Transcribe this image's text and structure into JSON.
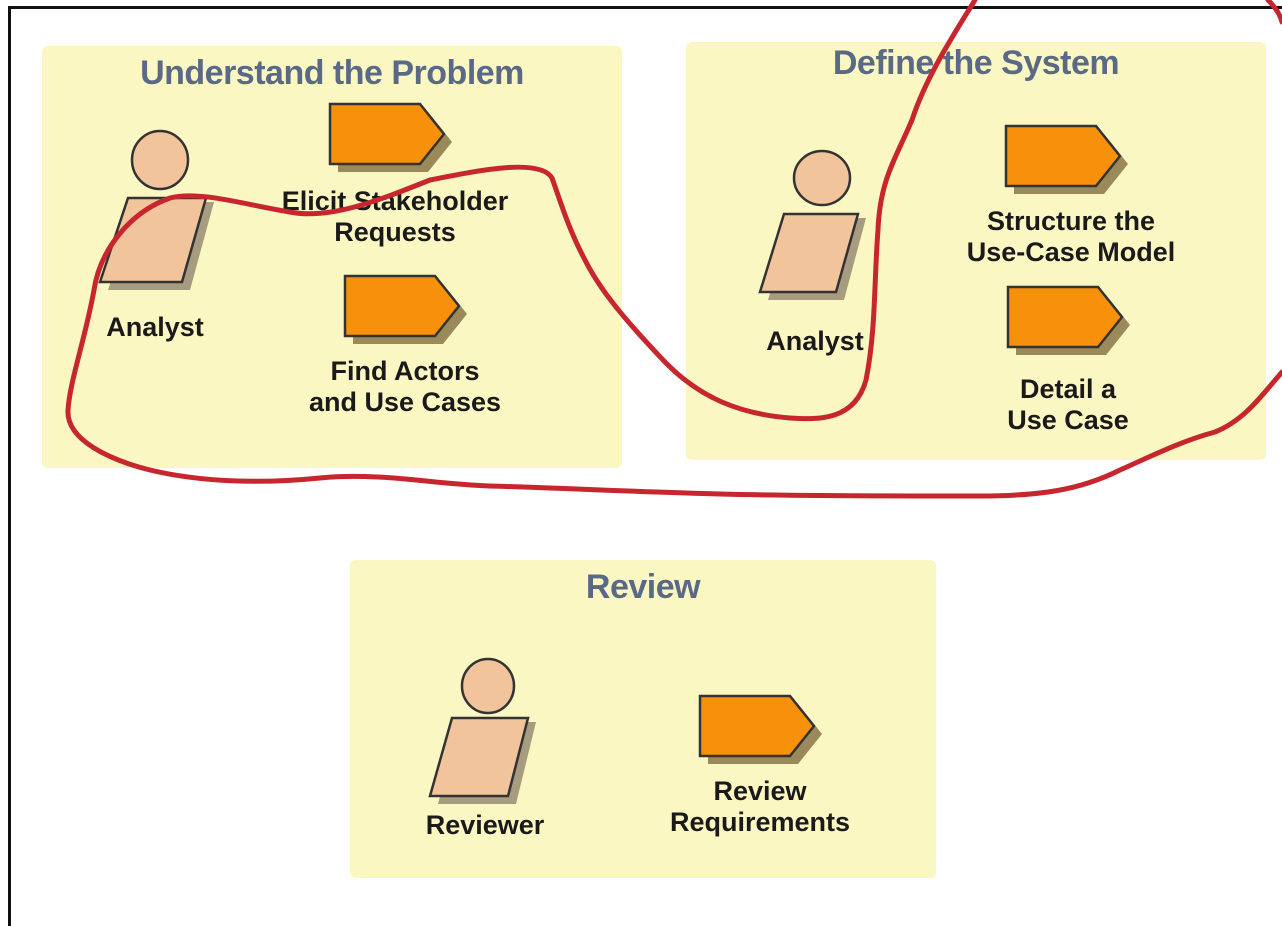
{
  "groups": {
    "understand": {
      "title": "Understand the Problem",
      "role": "Analyst",
      "activities": [
        "Elicit Stakeholder\nRequests",
        "Find Actors\nand Use Cases"
      ]
    },
    "define": {
      "title": "Define the System",
      "role": "Analyst",
      "activities": [
        "Structure the\nUse-Case Model",
        "Detail a\nUse Case"
      ]
    },
    "review": {
      "title": "Review",
      "role": "Reviewer",
      "activities": [
        "Review\nRequirements"
      ]
    }
  },
  "colors": {
    "group_bg": "#fbf7c3",
    "activity_fill": "#f7900a",
    "actor_fill": "#f2c49b",
    "annotation_stroke": "#c8262e"
  }
}
